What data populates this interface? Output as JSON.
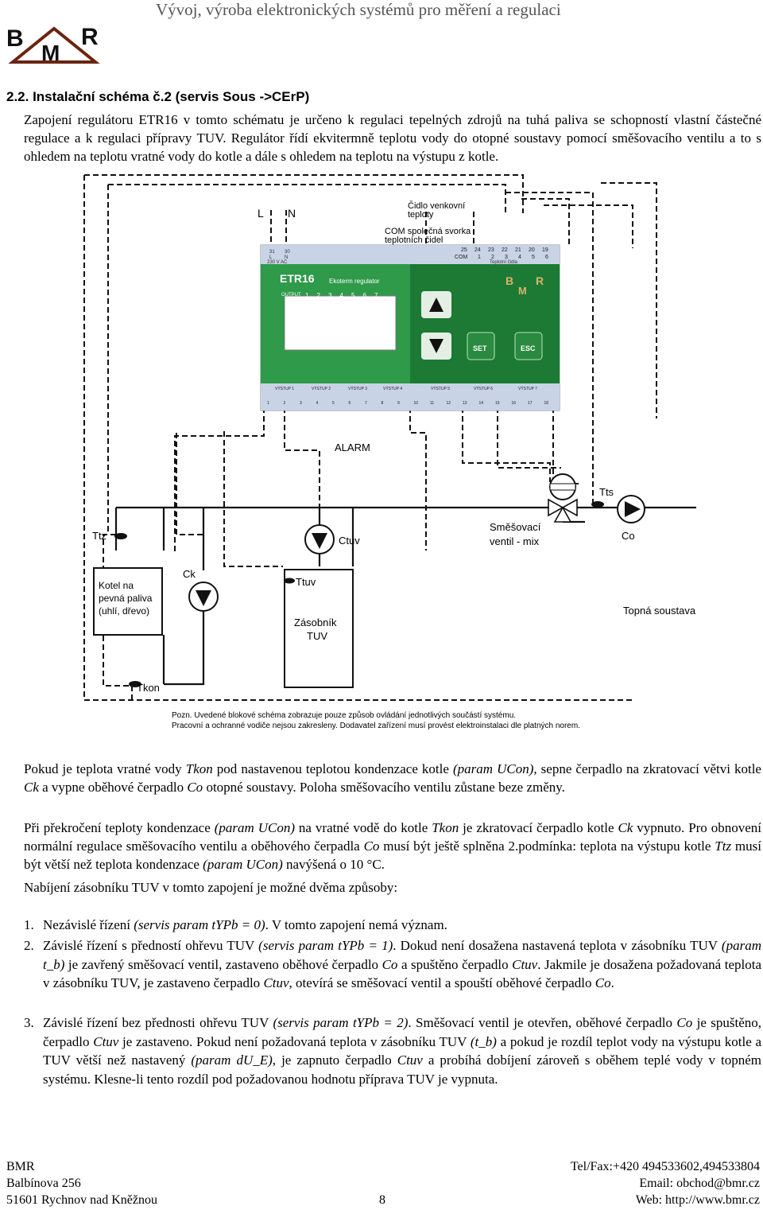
{
  "header": {
    "tagline": "Vývoj, výroba elektronických systémů pro měření a regulaci",
    "logo_text": [
      "B",
      "M",
      "R"
    ]
  },
  "section": {
    "title": "2.2. Instalační schéma č.2 (servis Sous ->CErP)",
    "intro": "Zapojení regulátoru ETR16 v tomto schématu je určeno k regulaci tepelných zdrojů na tuhá paliva se schopností vlastní částečné regulace a k regulaci přípravy TUV. Regulátor řídí ekvitermně teplotu vody do otopné soustavy pomocí směšovacího ventilu a to s ohledem na teplotu vratné vody do kotle a dále s ohledem na teplotu na výstupu z kotle."
  },
  "diagram": {
    "L": "L",
    "N": "N",
    "sensor_outdoor": [
      "Čidlo venkovní",
      "teploty"
    ],
    "com_label": [
      "COM společná svorka",
      "teplotních čidel"
    ],
    "power_top": [
      "31",
      "30"
    ],
    "power_mid": [
      "L",
      "N"
    ],
    "power_bot": "230 V AC",
    "sensor_terms_top": [
      "25",
      "24",
      "23",
      "22",
      "21",
      "20",
      "19"
    ],
    "sensor_terms_mid": [
      "COM",
      "1",
      "2",
      "3",
      "4",
      "5",
      "6"
    ],
    "sensor_terms_bot": "Teplotní čidla",
    "device_name": "ETR16",
    "device_subtitle": "Ekoterm regulator",
    "output_label": "OUTPUT",
    "output_nums": [
      "1",
      "2",
      "3",
      "4",
      "5",
      "6",
      "7"
    ],
    "set": "SET",
    "esc": "ESC",
    "outputs": [
      "VÝSTUP 1",
      "VÝSTUP 2",
      "VÝSTUP 3",
      "VÝSTUP 4",
      "VÝSTUP 5",
      "VÝSTUP 6",
      "VÝSTUP 7"
    ],
    "out_terms": [
      "1",
      "2",
      "3",
      "4",
      "5",
      "6",
      "7",
      "8",
      "9",
      "10",
      "11",
      "12",
      "13",
      "14",
      "15",
      "16",
      "17",
      "18"
    ],
    "alarm": "ALARM",
    "tts": "Tts",
    "ttz": "Ttz",
    "ctuv": "Ctuv",
    "mixer": [
      "Směšovací",
      "ventil - mix"
    ],
    "co": "Co",
    "boiler": [
      "Kotel na",
      "pevná paliva",
      "(uhlí, dřevo)"
    ],
    "ck": "Ck",
    "ttuv": "Ttuv",
    "tank": [
      "Zásobník",
      "TUV"
    ],
    "heating": "Topná soustava",
    "tkon": "Tkon",
    "note1": "Pozn. Uvedené blokové schéma zobrazuje pouze způsob ovládání jednotlivých součástí systému.",
    "note2": "Pracovní a ochranné vodiče nejsou zakresleny. Dodavatel zařízení musí provést elektroinstalaci dle platných norem."
  },
  "body": {
    "p1_a": "Pokud je teplota vratné vody ",
    "p1_tkon": "Tkon",
    "p1_b": " pod nastavenou teplotou kondenzace kotle ",
    "p1_param": "(param UCon)",
    "p1_c": ", sepne čerpadlo na zkratovací větvi kotle ",
    "p1_ck": "Ck",
    "p1_d": " a vypne oběhové čerpadlo ",
    "p1_co": "Co",
    "p1_e": " otopné soustavy. Poloha směšovacího ventilu zůstane beze změny.",
    "p2_a": "Při překročení teploty kondenzace ",
    "p2_param": "(param UCon)",
    "p2_b": " na vratné vodě do kotle ",
    "p2_tkon": "Tkon",
    "p2_c": " je zkratovací čerpadlo kotle ",
    "p2_ck": "Ck",
    "p2_d": " vypnuto. Pro obnovení normální regulace směšovacího ventilu a oběhového čerpadla ",
    "p2_co": "Co",
    "p2_e": " musí být ještě splněna 2.podmínka: teplota na výstupu kotle ",
    "p2_ttz": "Ttz",
    "p2_f": " musí být větší než teplota kondenzace ",
    "p2_param2": "(param UCon)",
    "p2_g": " navýšená o 10 °C.",
    "p3": "Nabíjení zásobníku TUV v tomto zapojení je možné dvěma způsoby:",
    "l1_num": "1.",
    "l1_a": "Nezávislé řízení ",
    "l1_i": "(servis param tYPb = 0)",
    "l1_b": ". V tomto zapojení nemá význam.",
    "l2_num": "2.",
    "l2_a": "Závislé řízení s předností ohřevu TUV ",
    "l2_i1": "(servis param tYPb = 1)",
    "l2_b": ". Dokud není dosažena nastavená teplota v zásobníku TUV ",
    "l2_i2": "(param t_b)",
    "l2_c": " je zavřený směšovací ventil, zastaveno oběhové čerpadlo ",
    "l2_i3": "Co",
    "l2_d": " a spuštěno čerpadlo ",
    "l2_i4": "Ctuv",
    "l2_e": ". Jakmile je dosažena požadovaná teplota v zásobníku TUV, je zastaveno čerpadlo ",
    "l2_i5": "Ctuv",
    "l2_f": ", otevírá se směšovací ventil a spouští oběhové čerpadlo ",
    "l2_i6": "Co",
    "l2_g": ".",
    "l3_num": "3.",
    "l3_a": "Závislé řízení bez přednosti ohřevu TUV ",
    "l3_i1": "(servis param tYPb = 2)",
    "l3_b": ". Směšovací ventil je otevřen, oběhové čerpadlo ",
    "l3_i2": "Co",
    "l3_c": " je spuštěno, čerpadlo ",
    "l3_i3": "Ctuv",
    "l3_d": " je zastaveno. Pokud není požadovaná teplota v zásobníku TUV ",
    "l3_i4": "(t_b)",
    "l3_e": " a pokud je rozdíl teplot vody na výstupu kotle a TUV větší než nastavený ",
    "l3_i5": "(param dU_E)",
    "l3_f": ", je zapnuto čerpadlo ",
    "l3_i6": "Ctuv",
    "l3_g": " a probíhá dobíjení zároveň s oběhem teplé vody v topném systému. Klesne-li tento rozdíl pod požadovanou hodnotu příprava TUV je vypnuta."
  },
  "footer": {
    "company": "BMR",
    "street": "Balbínova 256",
    "city": "51601 Rychnov nad Kněžnou",
    "page": "8",
    "tel": "Tel/Fax:+420 494533602,494533804",
    "email": "Email: obchod@bmr.cz",
    "web": "Web: http://www.bmr.cz"
  },
  "colors": {
    "panel_green": "#2e9a4a",
    "panel_dark": "#1c7a35",
    "screen": "#ffffff",
    "terminal_strip": "#c9d3e6"
  }
}
